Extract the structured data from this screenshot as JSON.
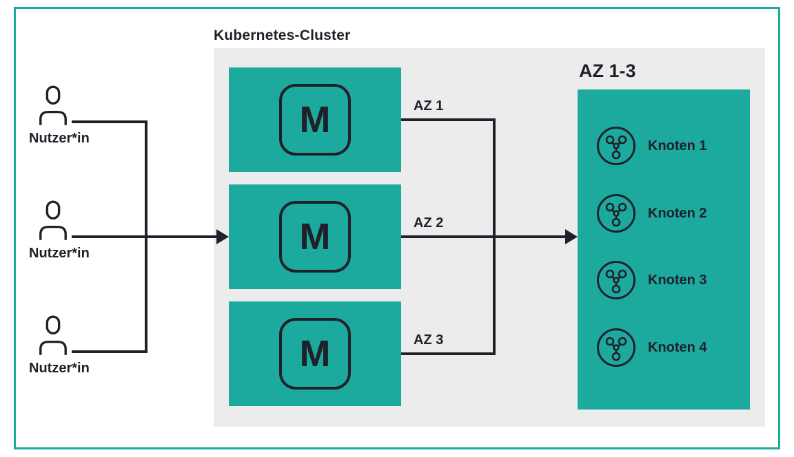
{
  "colors": {
    "teal": "#1caa9e",
    "panel_gray": "#ececec",
    "dark": "#20202a",
    "background": "#ffffff"
  },
  "diagram": {
    "cluster": {
      "label": "Kubernetes-Cluster"
    },
    "users": [
      {
        "label": "Nutzer*in"
      },
      {
        "label": "Nutzer*in"
      },
      {
        "label": "Nutzer*in"
      }
    ],
    "masters": [
      {
        "letter": "M"
      },
      {
        "letter": "M"
      },
      {
        "letter": "M"
      }
    ],
    "az_links": [
      {
        "label": "AZ 1"
      },
      {
        "label": "AZ 2"
      },
      {
        "label": "AZ 3"
      }
    ],
    "az_group": {
      "title": "AZ 1-3",
      "nodes": [
        {
          "label": "Knoten 1"
        },
        {
          "label": "Knoten 2"
        },
        {
          "label": "Knoten 3"
        },
        {
          "label": "Knoten 4"
        }
      ]
    },
    "icons": {
      "user": "person-outline",
      "master": "rounded-square-M",
      "node": "circle-network-glyph",
      "arrow": "right-arrowhead"
    }
  }
}
